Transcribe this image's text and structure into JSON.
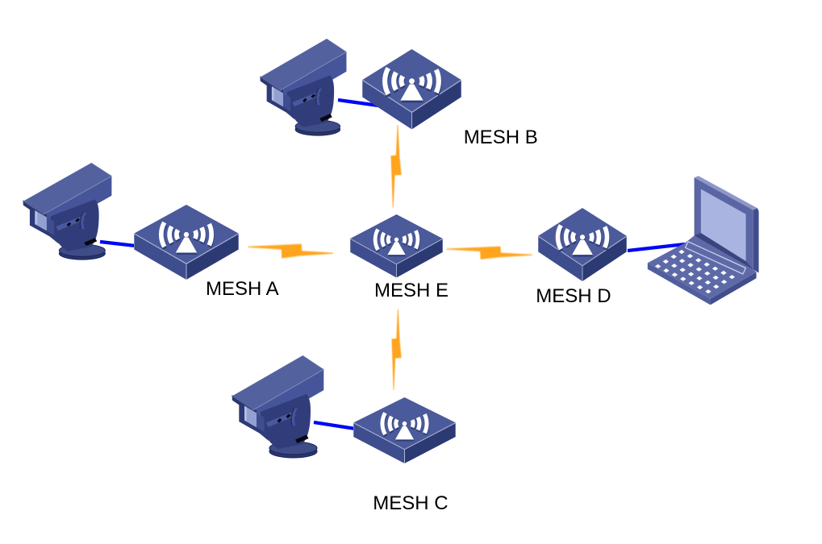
{
  "diagram": {
    "type": "network-topology",
    "description": "Wireless mesh network: five mesh access points, three PTZ cameras and a laptop",
    "nodes": [
      {
        "id": "mesh-a",
        "label": "MESH A",
        "device": "wireless-mesh-ap",
        "attached": "ptz-camera"
      },
      {
        "id": "mesh-b",
        "label": "MESH B",
        "device": "wireless-mesh-ap",
        "attached": "ptz-camera"
      },
      {
        "id": "mesh-c",
        "label": "MESH C",
        "device": "wireless-mesh-ap",
        "attached": "ptz-camera"
      },
      {
        "id": "mesh-d",
        "label": "MESH D",
        "device": "wireless-mesh-ap",
        "attached": "laptop"
      },
      {
        "id": "mesh-e",
        "label": "MESH E",
        "device": "wireless-mesh-ap",
        "attached": null
      }
    ],
    "links": {
      "wireless": [
        {
          "from": "mesh-b",
          "to": "mesh-e"
        },
        {
          "from": "mesh-a",
          "to": "mesh-e"
        },
        {
          "from": "mesh-e",
          "to": "mesh-d"
        },
        {
          "from": "mesh-e",
          "to": "mesh-c"
        }
      ],
      "wired": [
        {
          "from": "ptz-camera-1",
          "to": "mesh-b"
        },
        {
          "from": "ptz-camera-2",
          "to": "mesh-a"
        },
        {
          "from": "ptz-camera-3",
          "to": "mesh-c"
        },
        {
          "from": "mesh-d",
          "to": "laptop"
        }
      ]
    }
  },
  "icons": {
    "ap": "wireless-ap-icon",
    "camera": "ptz-camera-icon",
    "laptop": "laptop-icon",
    "wireless_link": "lightning-bolt-icon",
    "wired_link": "cable-line"
  },
  "colors": {
    "background": "#ffffff",
    "device_blue": "#4b5a9a",
    "device_blue_dark": "#2c3a74",
    "wireless_link_orange": "#ffa41e",
    "cable_blue": "#0006f8",
    "label_text": "#000000"
  }
}
